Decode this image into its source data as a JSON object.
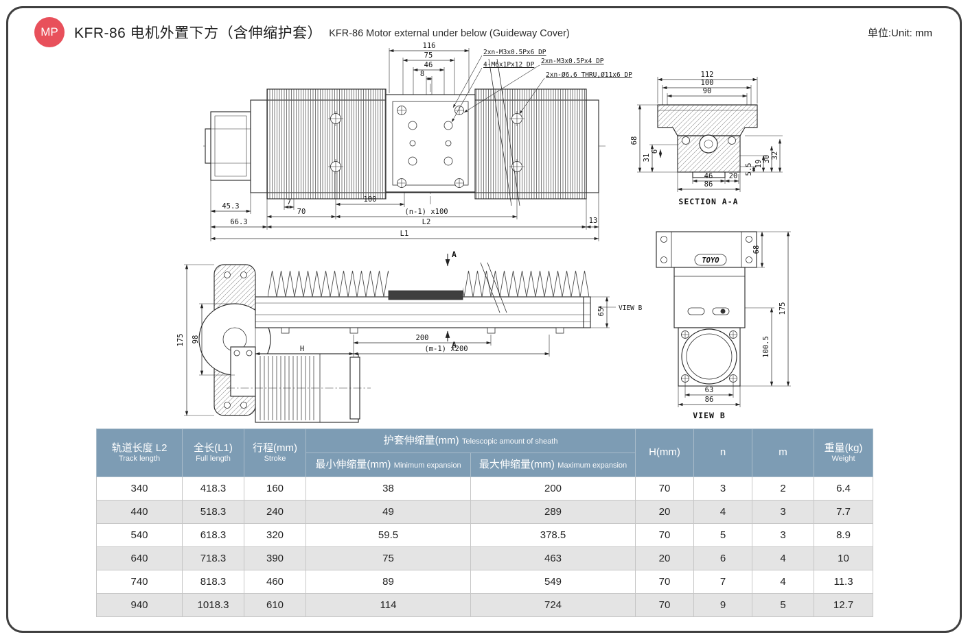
{
  "page": {
    "badge": "MP",
    "title_cn": "KFR-86 电机外置下方（含伸缩护套）",
    "title_en": "KFR-86 Motor external under below (Guideway Cover)",
    "unit_label": "单位:Unit: mm"
  },
  "drawing": {
    "top_view": {
      "dims": {
        "d116": "116",
        "d75": "75",
        "d46": "46",
        "d8": "8",
        "d45_3": "45.3",
        "d7": "7",
        "d70": "70",
        "d100": "100",
        "dn100": "(n-1) x100",
        "d66_3": "66.3",
        "dL2": "L2",
        "d13": "13",
        "dL1": "L1"
      },
      "annotations": [
        "2xn-M3x0.5Px6 DP",
        "4-M6x1Px12 DP",
        "2xn-M3x0.5Px4 DP",
        "2xn-Ø6.6 THRU,Ø11x6 DP"
      ]
    },
    "section_aa": {
      "label": "SECTION A-A",
      "dims": {
        "d112": "112",
        "d100": "100",
        "d90": "90",
        "d68": "68",
        "d31": "31",
        "d6": "6",
        "d46": "46",
        "d20": "20",
        "d86": "86",
        "d5_5": "5.5",
        "d19": "19",
        "d30": "30",
        "d32": "32"
      }
    },
    "side_view": {
      "section_mark": "A",
      "view_arrow_label": "VIEW B",
      "dims": {
        "d175": "175",
        "d98": "98",
        "d200": "200",
        "dm200": "(m-1) x200",
        "dH": "H",
        "d65": "65"
      }
    },
    "view_b": {
      "label": "VIEW B",
      "logo": "TOYO",
      "dims": {
        "d68": "68",
        "d175": "175",
        "d100_5": "100.5",
        "d63": "63",
        "d86": "86"
      }
    }
  },
  "table": {
    "headers": {
      "track_cn": "轨道长度 L2",
      "track_en": "Track length",
      "full_cn": "全长(L1)",
      "full_en": "Full length",
      "stroke_cn": "行程(mm)",
      "stroke_en": "Stroke",
      "sheath_cn": "护套伸缩量(mm)",
      "sheath_en": "Telescopic amount of sheath",
      "min_cn": "最小伸缩量(mm)",
      "min_en": "Minimum expansion",
      "max_cn": "最大伸缩量(mm)",
      "max_en": "Maximum expansion",
      "h": "H(mm)",
      "n": "n",
      "m": "m",
      "weight_cn": "重量(kg)",
      "weight_en": "Weight"
    },
    "rows": [
      [
        "340",
        "418.3",
        "160",
        "38",
        "200",
        "70",
        "3",
        "2",
        "6.4"
      ],
      [
        "440",
        "518.3",
        "240",
        "49",
        "289",
        "20",
        "4",
        "3",
        "7.7"
      ],
      [
        "540",
        "618.3",
        "320",
        "59.5",
        "378.5",
        "70",
        "5",
        "3",
        "8.9"
      ],
      [
        "640",
        "718.3",
        "390",
        "75",
        "463",
        "20",
        "6",
        "4",
        "10"
      ],
      [
        "740",
        "818.3",
        "460",
        "89",
        "549",
        "70",
        "7",
        "4",
        "11.3"
      ],
      [
        "940",
        "1018.3",
        "610",
        "114",
        "724",
        "70",
        "9",
        "5",
        "12.7"
      ]
    ]
  }
}
